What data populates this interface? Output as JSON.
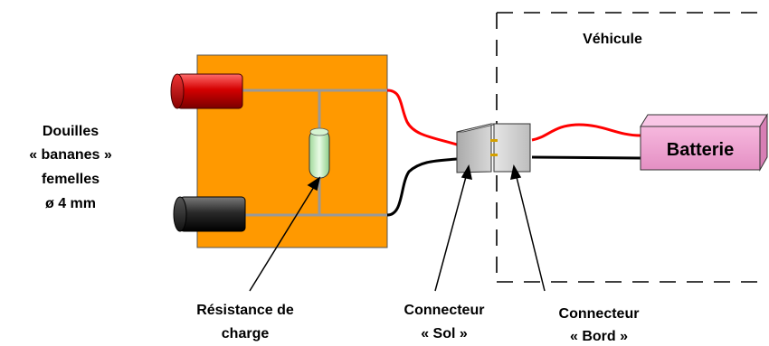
{
  "labels": {
    "sockets": [
      "Douilles",
      "« bananes »",
      "femelles",
      "ø 4 mm"
    ],
    "vehicle": "Véhicule",
    "battery": "Batterie",
    "resistor": [
      "Résistance de",
      "charge"
    ],
    "ground_connector": [
      "Connecteur",
      "« Sol »"
    ],
    "board_connector": [
      "Connecteur",
      "« Bord »"
    ]
  },
  "colors": {
    "board": "#ff9900",
    "red_socket": "#cc0000",
    "black_socket": "#222222",
    "red_wire": "#ff0000",
    "black_wire": "#000000",
    "trace": "#999999",
    "resistor": "#c8f0c0",
    "battery": "#f29ed0",
    "connector": "#cccccc"
  },
  "icons": {
    "red_socket": "banana-socket-red-icon",
    "black_socket": "banana-socket-black-icon",
    "resistor": "resistor-icon",
    "battery": "battery-icon",
    "connector": "connector-icon"
  }
}
